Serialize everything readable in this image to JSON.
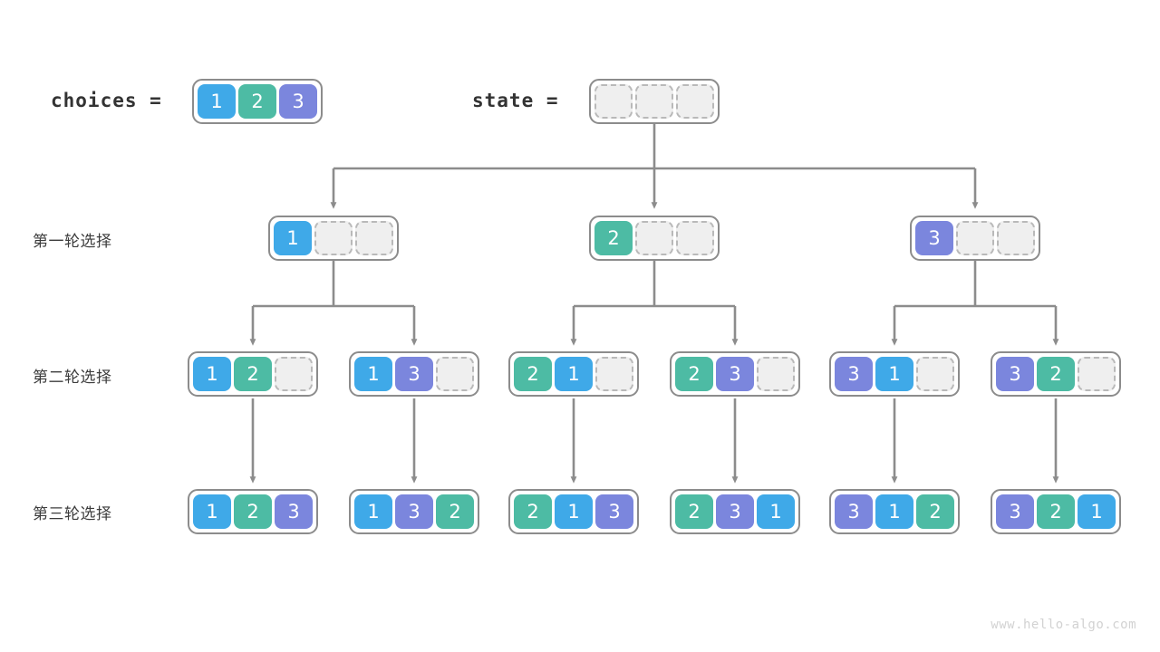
{
  "watermark": "www.hello-algo.com",
  "palette": {
    "one": "#3fa9e8",
    "two": "#4dbba4",
    "three": "#7b86dd",
    "empty_fill": "#efefef",
    "empty_border": "#b9b9b9",
    "group_border": "#8c8c8c",
    "wire": "#8c8c8c",
    "text_dark": "#333333",
    "label": "#3c3c3c",
    "watermark": "#d2d2d2",
    "background": "#ffffff"
  },
  "header": {
    "choices_label": "choices =",
    "choices_cells": [
      "1",
      "2",
      "3"
    ],
    "state_label": "state =",
    "state_cells": [
      "",
      "",
      ""
    ]
  },
  "rows": [
    {
      "label": "第一轮选择",
      "groups": [
        {
          "cells": [
            "1",
            "",
            ""
          ]
        },
        {
          "cells": [
            "2",
            "",
            ""
          ]
        },
        {
          "cells": [
            "3",
            "",
            ""
          ]
        }
      ]
    },
    {
      "label": "第二轮选择",
      "groups": [
        {
          "cells": [
            "1",
            "2",
            ""
          ]
        },
        {
          "cells": [
            "1",
            "3",
            ""
          ]
        },
        {
          "cells": [
            "2",
            "1",
            ""
          ]
        },
        {
          "cells": [
            "2",
            "3",
            ""
          ]
        },
        {
          "cells": [
            "3",
            "1",
            ""
          ]
        },
        {
          "cells": [
            "3",
            "2",
            ""
          ]
        }
      ]
    },
    {
      "label": "第三轮选择",
      "groups": [
        {
          "cells": [
            "1",
            "2",
            "3"
          ]
        },
        {
          "cells": [
            "1",
            "3",
            "2"
          ]
        },
        {
          "cells": [
            "2",
            "1",
            "3"
          ]
        },
        {
          "cells": [
            "2",
            "3",
            "1"
          ]
        },
        {
          "cells": [
            "3",
            "1",
            "2"
          ]
        },
        {
          "cells": [
            "3",
            "2",
            "1"
          ]
        }
      ]
    }
  ]
}
